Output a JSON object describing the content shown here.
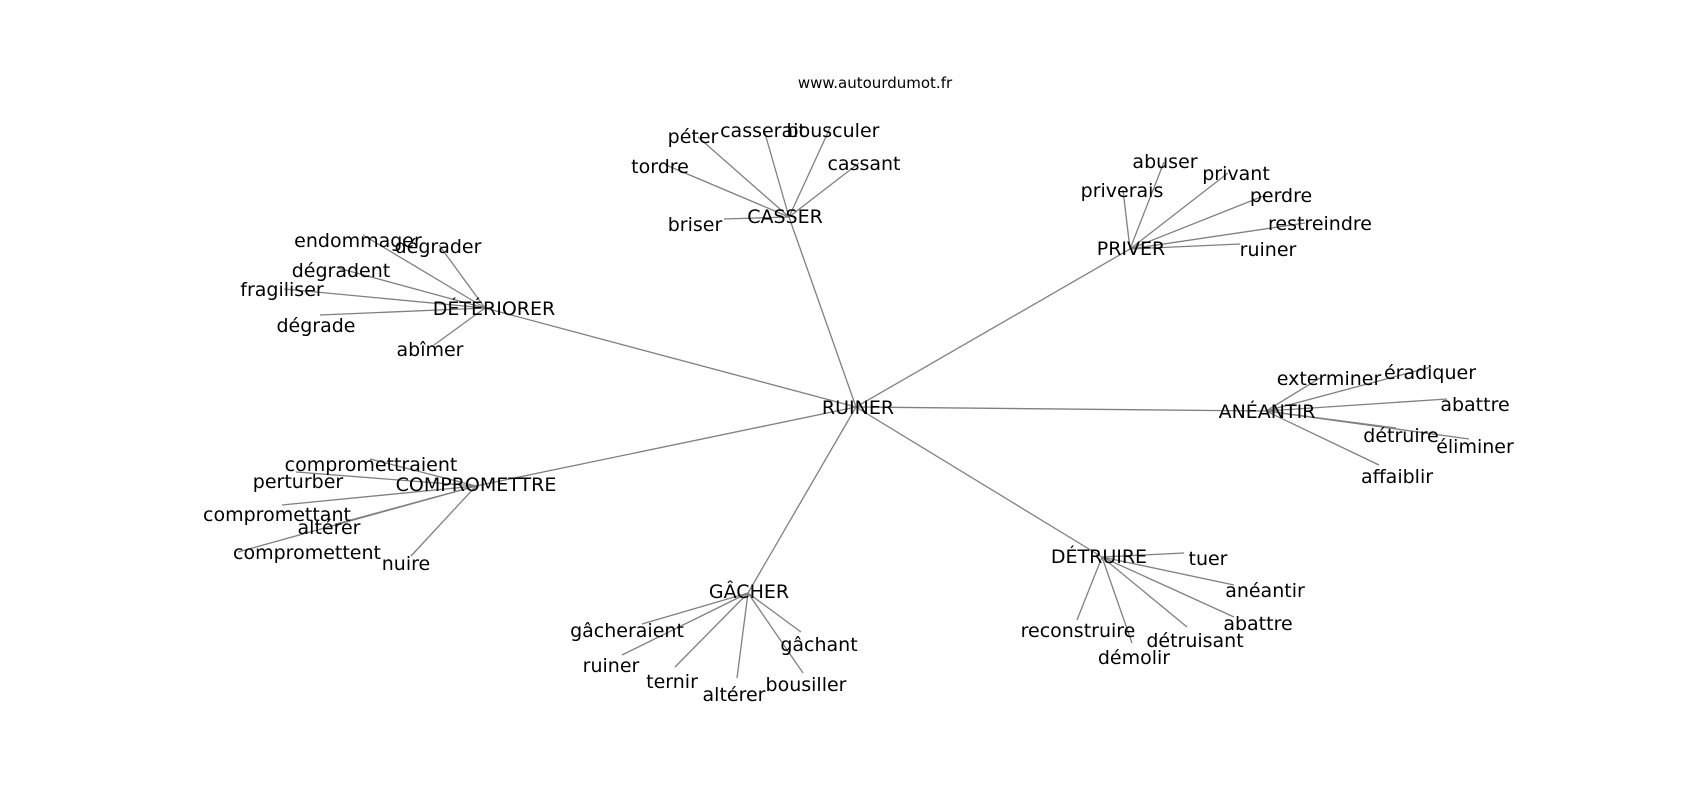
{
  "site": "www.autourdumot.fr",
  "root": "RUINER",
  "hubs": [
    {
      "label": "CASSER",
      "words": [
        "péter",
        "casserait",
        "bousculer",
        "cassant",
        "tordre",
        "briser"
      ]
    },
    {
      "label": "PRIVER",
      "words": [
        "abuser",
        "privant",
        "priverais",
        "perdre",
        "restreindre",
        "ruiner"
      ]
    },
    {
      "label": "DÉTÉRIORER",
      "words": [
        "endommager",
        "dégrader",
        "dégradent",
        "fragiliser",
        "dégrade",
        "abîmer"
      ]
    },
    {
      "label": "ANÉANTIR",
      "words": [
        "exterminer",
        "éradiquer",
        "abattre",
        "détruire",
        "éliminer",
        "affaiblir"
      ]
    },
    {
      "label": "COMPROMETTRE",
      "words": [
        "compromettraient",
        "perturber",
        "compromettant",
        "altérer",
        "compromettent",
        "nuire"
      ]
    },
    {
      "label": "DÉTRUIRE",
      "words": [
        "tuer",
        "anéantir",
        "abattre",
        "reconstruire",
        "détruisant",
        "démolir"
      ]
    },
    {
      "label": "GÂCHER",
      "words": [
        "gâcheraient",
        "ruiner",
        "gâchant",
        "ternir",
        "altérer",
        "bousiller"
      ]
    }
  ]
}
